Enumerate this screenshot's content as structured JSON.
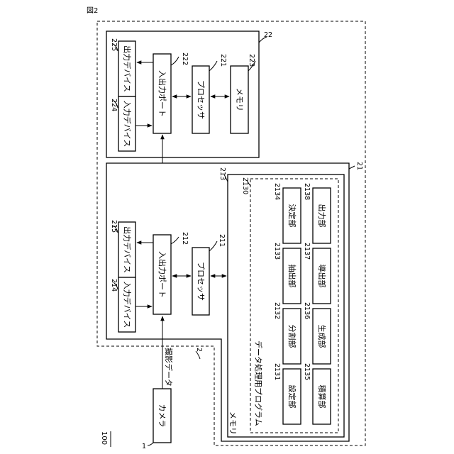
{
  "figure_label": "図2",
  "system_number": "100",
  "camera": {
    "label": "カメラ",
    "number": "1"
  },
  "data_label": "撮影データ",
  "line_number_2": "2",
  "device_22": {
    "number": "22",
    "io_port": {
      "label": "入出力ポート",
      "number": "222"
    },
    "processor": {
      "label": "プロセッサ",
      "number": "221"
    },
    "memory": {
      "label": "メモリ",
      "number": "223"
    },
    "output_device": {
      "label": "出力デバイス",
      "number": "225"
    },
    "input_device": {
      "label": "入力デバイス",
      "number": "224"
    }
  },
  "device_21": {
    "number": "21",
    "io_port": {
      "label": "入出力ポート",
      "number": "212"
    },
    "processor": {
      "label": "プロセッサ",
      "number": "211"
    },
    "output_device": {
      "label": "出力デバイス",
      "number": "215"
    },
    "input_device": {
      "label": "入力デバイス",
      "number": "214"
    },
    "memory": {
      "label": "メモリ",
      "number": "213",
      "program": {
        "label": "データ処理用プログラム",
        "number": "2130",
        "units": [
          {
            "label": "設定部",
            "number": "2131"
          },
          {
            "label": "分割部",
            "number": "2132"
          },
          {
            "label": "抽出部",
            "number": "2133"
          },
          {
            "label": "決定部",
            "number": "2134"
          },
          {
            "label": "積算部",
            "number": "2135"
          },
          {
            "label": "生成部",
            "number": "2136"
          },
          {
            "label": "導出部",
            "number": "2137"
          },
          {
            "label": "出力部",
            "number": "2138"
          }
        ]
      }
    }
  }
}
